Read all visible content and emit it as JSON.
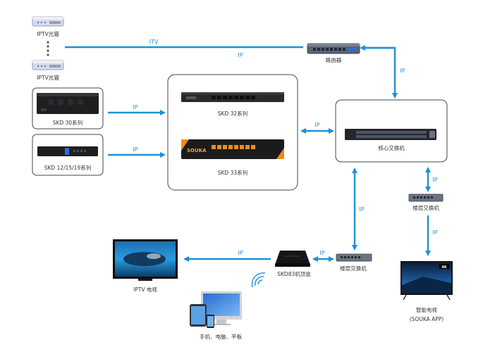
{
  "colors": {
    "arrow": "#1e90d8",
    "device_dark": "#1f1f22",
    "switch_gray": "#6b7280",
    "box_border": "#444444"
  },
  "devices": {
    "iptv_cat_top": "IPTV光猫",
    "iptv_cat_bottom": "IPTV光猫",
    "router": "路由器",
    "skd30": "SKD 30系列",
    "skd12": "SKD 12/15/19系列",
    "skd32": "SKD 32系列",
    "skd33": "SKD 33系列",
    "core_switch": "核心交换机",
    "floor_switch_right": "楼层交换机",
    "floor_switch_left": "楼层交换机",
    "settop_box": "SKD83机顶盒",
    "iptv_tv": "IPTV 电视",
    "smart_tv": "智能电视",
    "smart_tv_sub": "(SOUKA APP)",
    "mobile_devices": "手机、电脑、平板",
    "souka_logo": "SOUKA",
    "uhd_badge": "4K"
  },
  "links": {
    "itv": "ITV",
    "ip_router": "IP",
    "ip_router_core": "IP",
    "ip_skd30": "IP",
    "ip_skd12": "IP",
    "ip_skd_core": "IP",
    "ip_core_floor_right": "IP",
    "ip_floor_smarttv": "IP",
    "ip_core_floor_left": "IP",
    "ip_floor_stb": "IP",
    "ip_stb_tv": "IP"
  }
}
